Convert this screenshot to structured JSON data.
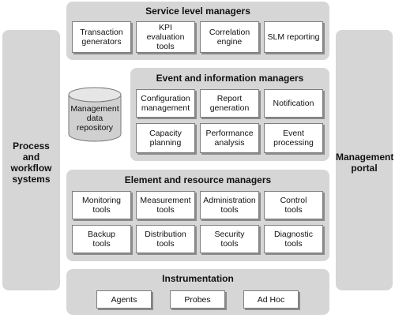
{
  "left_panel": {
    "label": "Process\nand\nworkflow\nsystems"
  },
  "right_panel": {
    "label": "Management\nportal"
  },
  "service_level": {
    "title": "Service level managers",
    "items": [
      "Transaction\ngenerators",
      "KPI\nevaluation\ntools",
      "Correlation\nengine",
      "SLM reporting"
    ]
  },
  "repository": {
    "label": "Management\ndata\nrepository"
  },
  "event_info": {
    "title": "Event and information managers",
    "items": [
      "Configuration\nmanagement",
      "Report\ngeneration",
      "Notification",
      "Capacity\nplanning",
      "Performance\nanalysis",
      "Event\nprocessing"
    ]
  },
  "element_resource": {
    "title": "Element and resource managers",
    "items": [
      "Monitoring\ntools",
      "Measurement\ntools",
      "Administration\ntools",
      "Control\ntools",
      "Backup\ntools",
      "Distribution\ntools",
      "Security\ntools",
      "Diagnostic\ntools"
    ]
  },
  "instrumentation": {
    "title": "Instrumentation",
    "items": [
      "Agents",
      "Probes",
      "Ad Hoc"
    ]
  }
}
